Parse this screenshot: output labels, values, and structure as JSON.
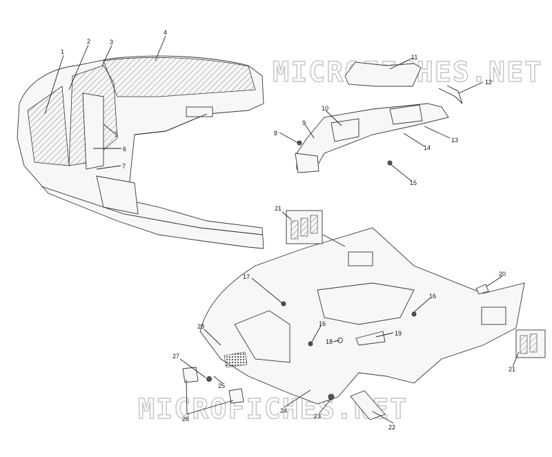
{
  "watermark": "MICROFICHES.NET",
  "callouts": [
    {
      "n": "1"
    },
    {
      "n": "2"
    },
    {
      "n": "3"
    },
    {
      "n": "4"
    },
    {
      "n": "5"
    },
    {
      "n": "6"
    },
    {
      "n": "7"
    },
    {
      "n": "8"
    },
    {
      "n": "9"
    },
    {
      "n": "10"
    },
    {
      "n": "11"
    },
    {
      "n": "12"
    },
    {
      "n": "13"
    },
    {
      "n": "14"
    },
    {
      "n": "15"
    },
    {
      "n": "16"
    },
    {
      "n": "16"
    },
    {
      "n": "17"
    },
    {
      "n": "18"
    },
    {
      "n": "19"
    },
    {
      "n": "20"
    },
    {
      "n": "21"
    },
    {
      "n": "21"
    },
    {
      "n": "22"
    },
    {
      "n": "23"
    },
    {
      "n": "24"
    },
    {
      "n": "25"
    },
    {
      "n": "26"
    },
    {
      "n": "27"
    },
    {
      "n": "28"
    }
  ]
}
